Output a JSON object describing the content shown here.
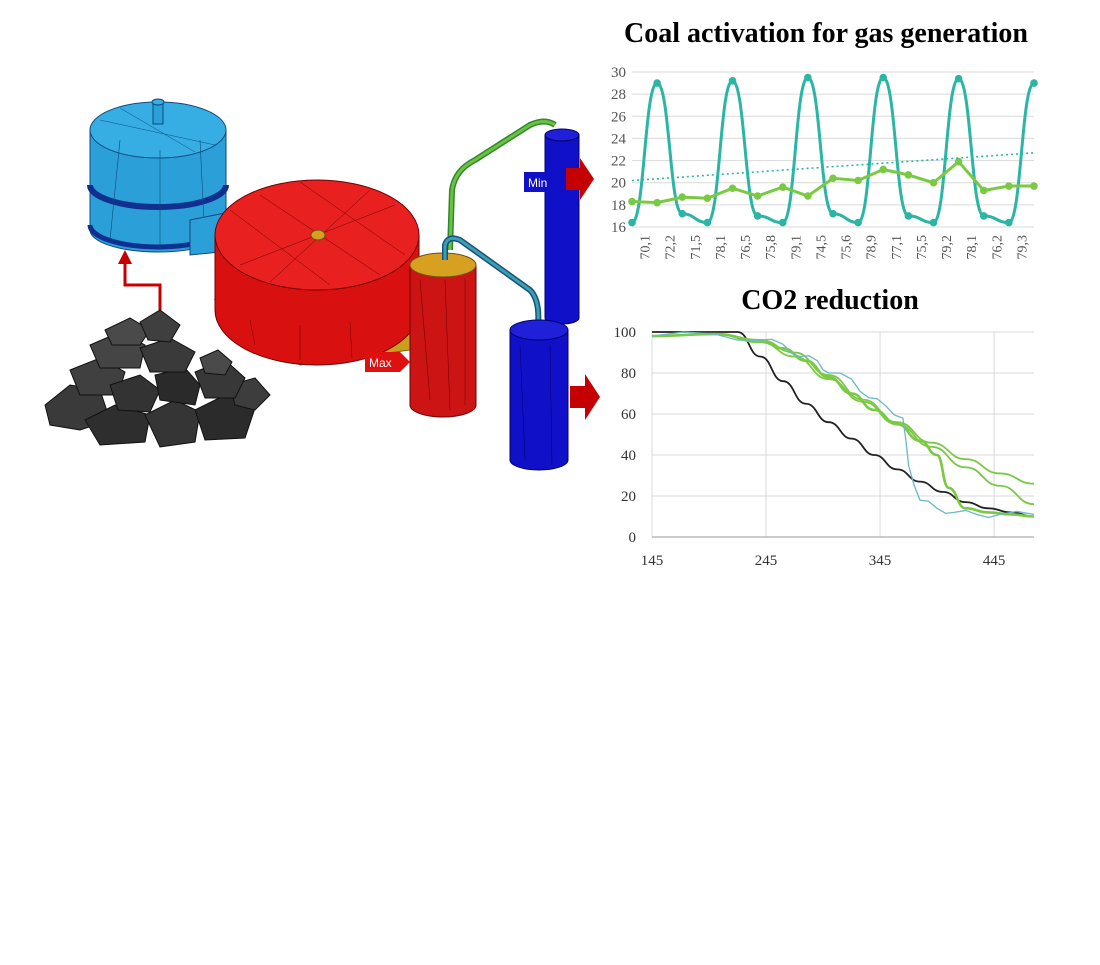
{
  "scene": {
    "min_label": "Min",
    "max_label": "Max",
    "colors": {
      "tank_top": "#2b9fd8",
      "reactor": "#e01010",
      "column": "#1010c8",
      "arrow": "#c40000",
      "coal": "#333333",
      "base": "#c8a020"
    }
  },
  "chart_data": [
    {
      "type": "line",
      "title": "Coal activation for gas generation",
      "categories": [
        "70,1",
        "72,2",
        "71,5",
        "78,1",
        "76,5",
        "75,8",
        "79,1",
        "74,5",
        "75,6",
        "78,9",
        "77,1",
        "75,5",
        "79,2",
        "78,1",
        "76,2",
        "79,3"
      ],
      "ylim": [
        16,
        30
      ],
      "yticks": [
        16,
        18,
        20,
        22,
        24,
        26,
        28,
        30
      ],
      "grid": true,
      "series": [
        {
          "color": "#2ab5a5",
          "kind": "oscillating",
          "values": [
            16.4,
            29.0,
            17.2,
            16.4,
            29.2,
            17.0,
            16.4,
            29.5,
            17.2,
            16.4,
            29.5,
            17.0,
            16.4,
            29.4,
            17.0,
            16.4,
            29.0
          ]
        },
        {
          "color": "#7ac943",
          "kind": "markers",
          "values": [
            18.3,
            18.2,
            18.7,
            18.6,
            19.5,
            18.8,
            19.6,
            18.8,
            20.4,
            20.2,
            21.2,
            20.7,
            20.0,
            21.9,
            19.3,
            19.7,
            19.7
          ]
        },
        {
          "color": "#2ab5a5",
          "kind": "trend-dotted",
          "values": [
            20.2,
            22.7
          ]
        }
      ]
    },
    {
      "type": "line",
      "title": "CO2 reduction",
      "xlim": [
        145,
        480
      ],
      "ylim": [
        0,
        100
      ],
      "xticks": [
        145,
        245,
        345,
        445
      ],
      "yticks": [
        0,
        20,
        40,
        60,
        80,
        100
      ],
      "grid": true,
      "series": [
        {
          "color": "#222222",
          "kind": "exp-decay",
          "x": [
            145,
            220,
            240,
            260,
            280,
            300,
            320,
            340,
            360,
            380,
            400,
            420,
            440,
            460,
            480
          ],
          "y": [
            100,
            100,
            88,
            76,
            65,
            56,
            48,
            40,
            33,
            27,
            22,
            17,
            14,
            12,
            10
          ]
        },
        {
          "color": "#7ac943",
          "kind": "fit",
          "x": [
            145,
            200,
            240,
            270,
            300,
            330,
            360,
            390,
            420,
            450,
            480
          ],
          "y": [
            98,
            99,
            96,
            90,
            79,
            67,
            56,
            46,
            38,
            31,
            26
          ]
        },
        {
          "color": "#7ac943",
          "kind": "fit",
          "x": [
            145,
            200,
            240,
            270,
            300,
            330,
            360,
            390,
            420,
            450,
            480
          ],
          "y": [
            98,
            99,
            95,
            88,
            77,
            66,
            55,
            44,
            34,
            25,
            16
          ]
        },
        {
          "color": "#7ac943",
          "kind": "data",
          "x": [
            145,
            200,
            240,
            260,
            280,
            300,
            320,
            340,
            360,
            380,
            395,
            405,
            420,
            440,
            460,
            480
          ],
          "y": [
            98,
            99,
            96,
            92,
            86,
            78,
            70,
            62,
            55,
            47,
            40,
            24,
            14,
            12,
            11,
            10
          ]
        },
        {
          "color": "#6ab8c8",
          "kind": "noisy",
          "x": [
            145,
            200,
            240,
            260,
            275,
            290,
            300,
            320,
            335,
            350,
            365,
            370,
            380,
            395,
            410,
            430,
            450,
            480
          ],
          "y": [
            98,
            99,
            96,
            94,
            88,
            86,
            80,
            77,
            68,
            64,
            58,
            35,
            18,
            14,
            12,
            11,
            11,
            11
          ]
        }
      ]
    }
  ]
}
